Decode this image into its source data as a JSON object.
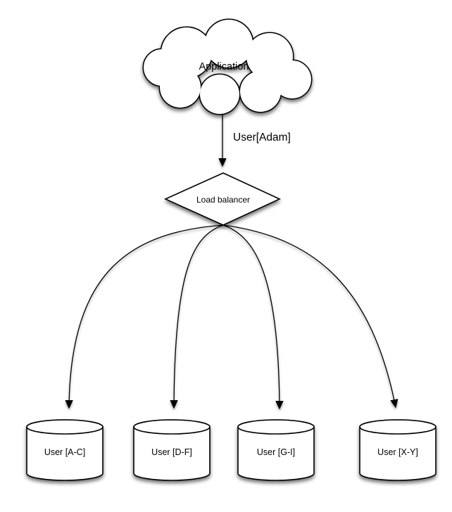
{
  "diagram": {
    "type": "flow-diagram",
    "background": "#ffffff",
    "colors": {
      "shape_stroke": "#000000",
      "shape_fill": "#ffffff",
      "text": "#000000",
      "shadow": "#000000"
    },
    "nodes": {
      "application": {
        "label": "Application",
        "shape": "cloud"
      },
      "load_balancer": {
        "label": "Load balancer",
        "shape": "diamond"
      },
      "db_ac": {
        "label": "User [A-C]",
        "shape": "database-cylinder"
      },
      "db_df": {
        "label": "User [D-F]",
        "shape": "database-cylinder"
      },
      "db_gi": {
        "label": "User [G-I]",
        "shape": "database-cylinder"
      },
      "db_xy": {
        "label": "User [X-Y]",
        "shape": "database-cylinder"
      }
    },
    "edges": {
      "app_to_lb": {
        "from": "application",
        "to": "load_balancer",
        "label": "User[Adam]",
        "style": "straight-arrow"
      },
      "lb_to_ac": {
        "from": "load_balancer",
        "to": "db_ac",
        "label": "",
        "style": "curved-arrow"
      },
      "lb_to_df": {
        "from": "load_balancer",
        "to": "db_df",
        "label": "",
        "style": "curved-arrow"
      },
      "lb_to_gi": {
        "from": "load_balancer",
        "to": "db_gi",
        "label": "",
        "style": "curved-arrow"
      },
      "lb_to_xy": {
        "from": "load_balancer",
        "to": "db_xy",
        "label": "",
        "style": "curved-arrow"
      }
    }
  }
}
